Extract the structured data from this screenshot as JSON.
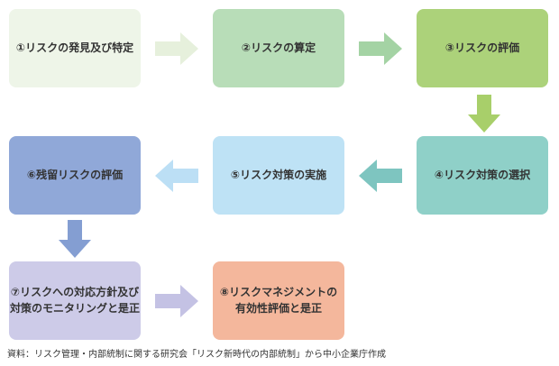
{
  "diagram": {
    "steps": [
      {
        "label": "①リスクの発見及び特定",
        "color": "#eef5e8"
      },
      {
        "label": "②リスクの算定",
        "color": "#b8ddb8"
      },
      {
        "label": "③リスクの評価",
        "color": "#acd27a"
      },
      {
        "label": "④リスク対策の選択",
        "color": "#8fd0c8"
      },
      {
        "label": "⑤リスク対策の実施",
        "color": "#bee2f5"
      },
      {
        "label": "⑥残留リスクの評価",
        "color": "#90a8d8"
      },
      {
        "label": "⑦リスクへの対応方針及び\n対策のモニタリングと是正",
        "color": "#cdcbe8"
      },
      {
        "label": "⑧リスクマネジメントの\n有効性評価と是正",
        "color": "#f4b79c"
      }
    ],
    "arrows": [
      {
        "from": 1,
        "to": 2,
        "color": "#e6f0dc"
      },
      {
        "from": 2,
        "to": 3,
        "color": "#a4d3a4"
      },
      {
        "from": 3,
        "to": 4,
        "color": "#a8cf6a"
      },
      {
        "from": 4,
        "to": 5,
        "color": "#7ec5c0"
      },
      {
        "from": 5,
        "to": 6,
        "color": "#bcdff5"
      },
      {
        "from": 6,
        "to": 7,
        "color": "#849ed2"
      },
      {
        "from": 7,
        "to": 8,
        "color": "#c4c2e4"
      }
    ]
  },
  "caption": "資料：リスク管理・内部統制に関する研究会「リスク新時代の内部統制」から中小企業庁作成"
}
